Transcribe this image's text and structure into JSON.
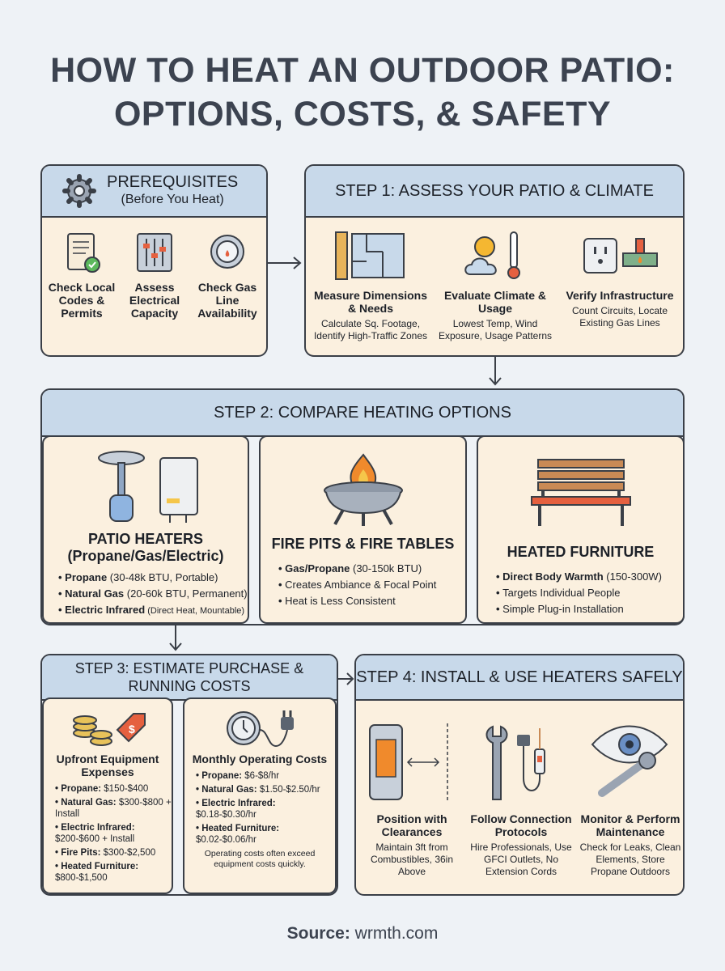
{
  "title": {
    "line1": "HOW TO HEAT AN OUTDOOR PATIO:",
    "line2": "OPTIONS, COSTS, & SAFETY"
  },
  "prereq": {
    "title": "PREREQUISITES",
    "subtitle": "(Before You Heat)",
    "icon": "gear-icon",
    "items": [
      {
        "label": "Check Local Codes & Permits",
        "icon": "document-check-icon"
      },
      {
        "label": "Assess Electrical Capacity",
        "icon": "breaker-panel-icon"
      },
      {
        "label": "Check Gas Line Availability",
        "icon": "gas-meter-icon"
      }
    ]
  },
  "step1": {
    "title": "STEP 1: ASSESS YOUR PATIO & CLIMATE",
    "items": [
      {
        "title": "Measure Dimensions & Needs",
        "desc": "Calculate Sq. Footage, Identify High-Traffic Zones",
        "icon": "floor-plan-ruler-icon"
      },
      {
        "title": "Evaluate Climate & Usage",
        "desc": "Lowest Temp, Wind Exposure, Usage Patterns",
        "icon": "weather-thermometer-icon"
      },
      {
        "title": "Verify Infrastructure",
        "desc": "Count Circuits, Locate Existing Gas Lines",
        "icon": "outlet-gas-valve-icon"
      }
    ]
  },
  "step2": {
    "title": "STEP 2: COMPARE HEATING OPTIONS",
    "options": [
      {
        "title": "PATIO HEATERS (Propane/Gas/Electric)",
        "icon": "patio-heater-icon",
        "bullets": [
          {
            "b": "Propane",
            "t": " (30-48k BTU, Portable)"
          },
          {
            "b": "Natural Gas",
            "t": " (20-60k BTU, Permanent)"
          },
          {
            "b": "Electric Infrared",
            "t": " (Direct Heat, Mountable)"
          }
        ]
      },
      {
        "title": "FIRE PITS & FIRE TABLES",
        "icon": "fire-pit-icon",
        "bullets": [
          {
            "b": "Gas/Propane",
            "t": " (30-150k BTU)"
          },
          {
            "b": "",
            "t": "Creates Ambiance & Focal Point"
          },
          {
            "b": "",
            "t": "Heat is Less Consistent"
          }
        ]
      },
      {
        "title": "HEATED FURNITURE",
        "icon": "bench-icon",
        "bullets": [
          {
            "b": "Direct Body Warmth",
            "t": " (150-300W)"
          },
          {
            "b": "",
            "t": "Targets Individual People"
          },
          {
            "b": "",
            "t": "Simple Plug-in Installation"
          }
        ]
      }
    ]
  },
  "step3": {
    "title": "STEP 3: ESTIMATE PURCHASE & RUNNING COSTS",
    "upfront": {
      "title": "Upfront Equipment Expenses",
      "icon": "coins-price-tag-icon",
      "bullets": [
        {
          "b": "Propane:",
          "t": " $150-$400"
        },
        {
          "b": "Natural Gas:",
          "t": " $300-$800 + Install"
        },
        {
          "b": "Electric Infrared:",
          "t": " $200-$600 + Install"
        },
        {
          "b": "Fire Pits:",
          "t": " $300-$2,500"
        },
        {
          "b": "Heated Furniture:",
          "t": " $800-$1,500"
        }
      ]
    },
    "operating": {
      "title": "Monthly Operating Costs",
      "icon": "clock-plug-icon",
      "bullets": [
        {
          "b": "Propane:",
          "t": " $6-$8/hr"
        },
        {
          "b": "Natural Gas:",
          "t": " $1.50-$2.50/hr"
        },
        {
          "b": "Electric Infrared:",
          "t": " $0.18-$0.30/hr"
        },
        {
          "b": "Heated Furniture:",
          "t": " $0.02-$0.06/hr"
        }
      ],
      "note": "Operating costs often exceed equipment costs quickly."
    }
  },
  "step4": {
    "title": "STEP 4: INSTALL & USE HEATERS SAFELY",
    "items": [
      {
        "title": "Position with Clearances",
        "desc": "Maintain 3ft from Combustibles, 36in Above",
        "icon": "heater-clearance-icon"
      },
      {
        "title": "Follow Connection Protocols",
        "desc": "Hire Professionals, Use GFCI Outlets, No Extension Cords",
        "icon": "wrench-plug-icon"
      },
      {
        "title": "Monitor & Perform Maintenance",
        "desc": "Check for Leaks, Clean Elements, Store Propane Outdoors",
        "icon": "eye-wrench-icon"
      }
    ]
  },
  "source": {
    "label": "Source:",
    "value": "wrmth.com"
  },
  "colors": {
    "header": "#c8d9ea",
    "card": "#fbf0df",
    "border": "#3a3f47",
    "flame": "#f08a2c"
  }
}
